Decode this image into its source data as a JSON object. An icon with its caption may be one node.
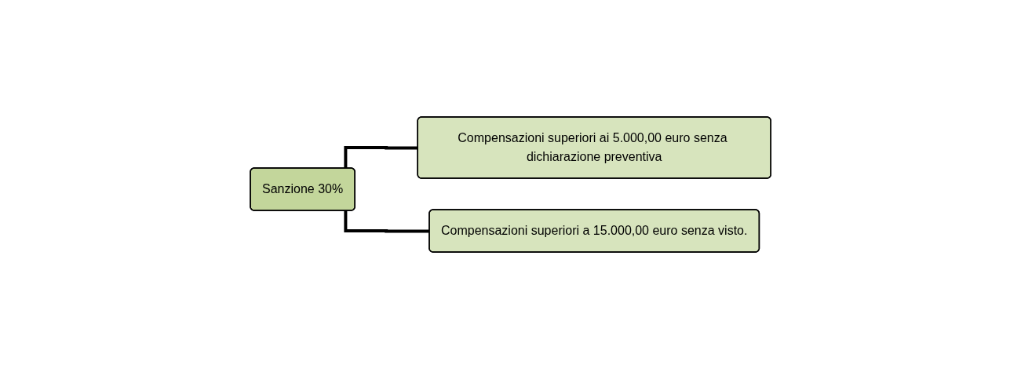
{
  "diagram": {
    "nodes": [
      {
        "text": [
          "Sanzione 30%"
        ]
      },
      {
        "text": [
          "Compensazioni superiori ai 5.000,00 euro senza dichiarazione preventiva"
        ]
      },
      {
        "text": [
          "Compensazioni superiori a 15.000,00 euro senza visto."
        ]
      }
    ],
    "edges": [
      {
        "from": 0,
        "to": 1,
        "arrow": "none"
      },
      {
        "from": 0,
        "to": 2,
        "arrow": "none"
      }
    ]
  }
}
